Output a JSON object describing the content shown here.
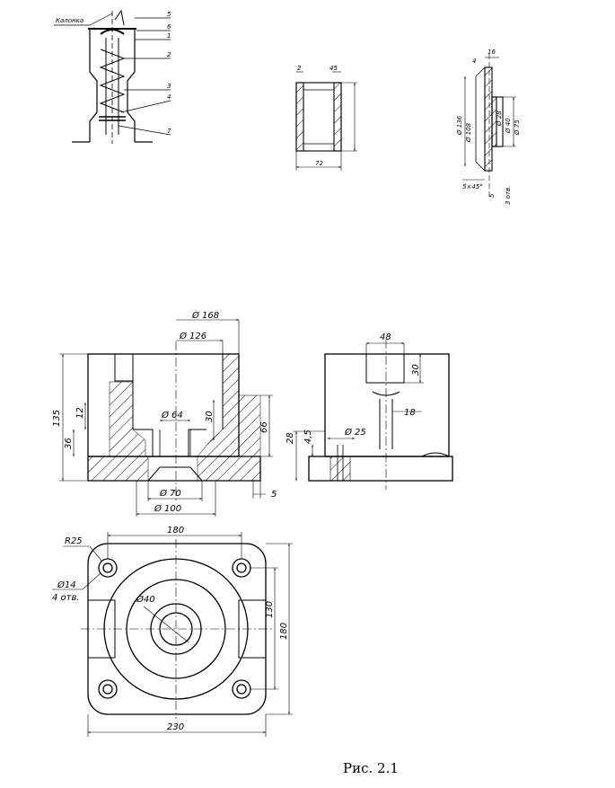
{
  "caption": "Рис. 2.1",
  "valve": {
    "label_top": "Калонка",
    "refs": [
      "5",
      "6",
      "1",
      "2",
      "3",
      "4",
      "7"
    ]
  },
  "bushing": {
    "dims": [
      "2",
      "45",
      "72"
    ]
  },
  "cup": {
    "dims": [
      "4",
      "16",
      "Ø 136",
      "Ø 108",
      "Ø 28",
      "Ø 40",
      "Ø 75",
      "5×45°",
      "5",
      "3 отв."
    ]
  },
  "front_view": {
    "dims": [
      "Ø 168",
      "Ø 126",
      "135",
      "12",
      "36",
      "Ø 64",
      "30",
      "66",
      "Ø 70",
      "Ø 100",
      "5"
    ]
  },
  "side_view": {
    "dims": [
      "48",
      "30",
      "18",
      "28",
      "4,5",
      "Ø 25"
    ]
  },
  "plan_view": {
    "dims": [
      "R25",
      "180",
      "Ø14",
      "4 отв.",
      "Ø40",
      "130",
      "180",
      "230"
    ]
  }
}
